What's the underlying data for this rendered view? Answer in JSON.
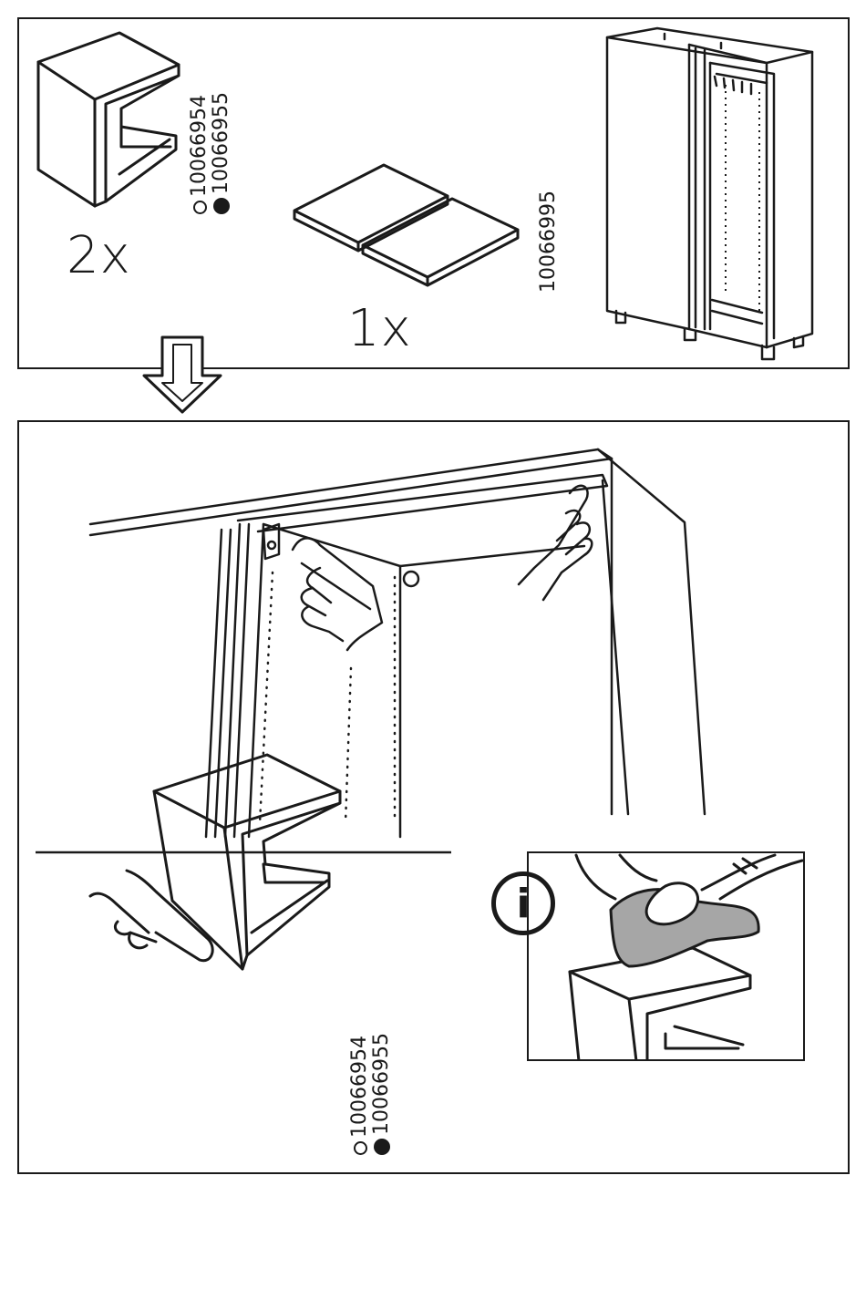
{
  "step_panel": {
    "parts": [
      {
        "quantity": "2x",
        "article_numbers": [
          "10066954",
          "10066955"
        ],
        "variant_markers": [
          "hollow-circle-icon",
          "filled-circle-icon"
        ]
      },
      {
        "quantity": "1x",
        "article_numbers": [
          "10066995"
        ]
      }
    ]
  },
  "arrow": {
    "icon": "down-arrow-icon"
  },
  "instruction_panel": {
    "detail_article_numbers": [
      "10066954",
      "10066955"
    ],
    "info_icon_glyph": "i",
    "info_icon": "info-icon"
  },
  "colors": {
    "line": "#1a1a1a",
    "cloth": "#a6a6a6",
    "background": "#ffffff"
  }
}
